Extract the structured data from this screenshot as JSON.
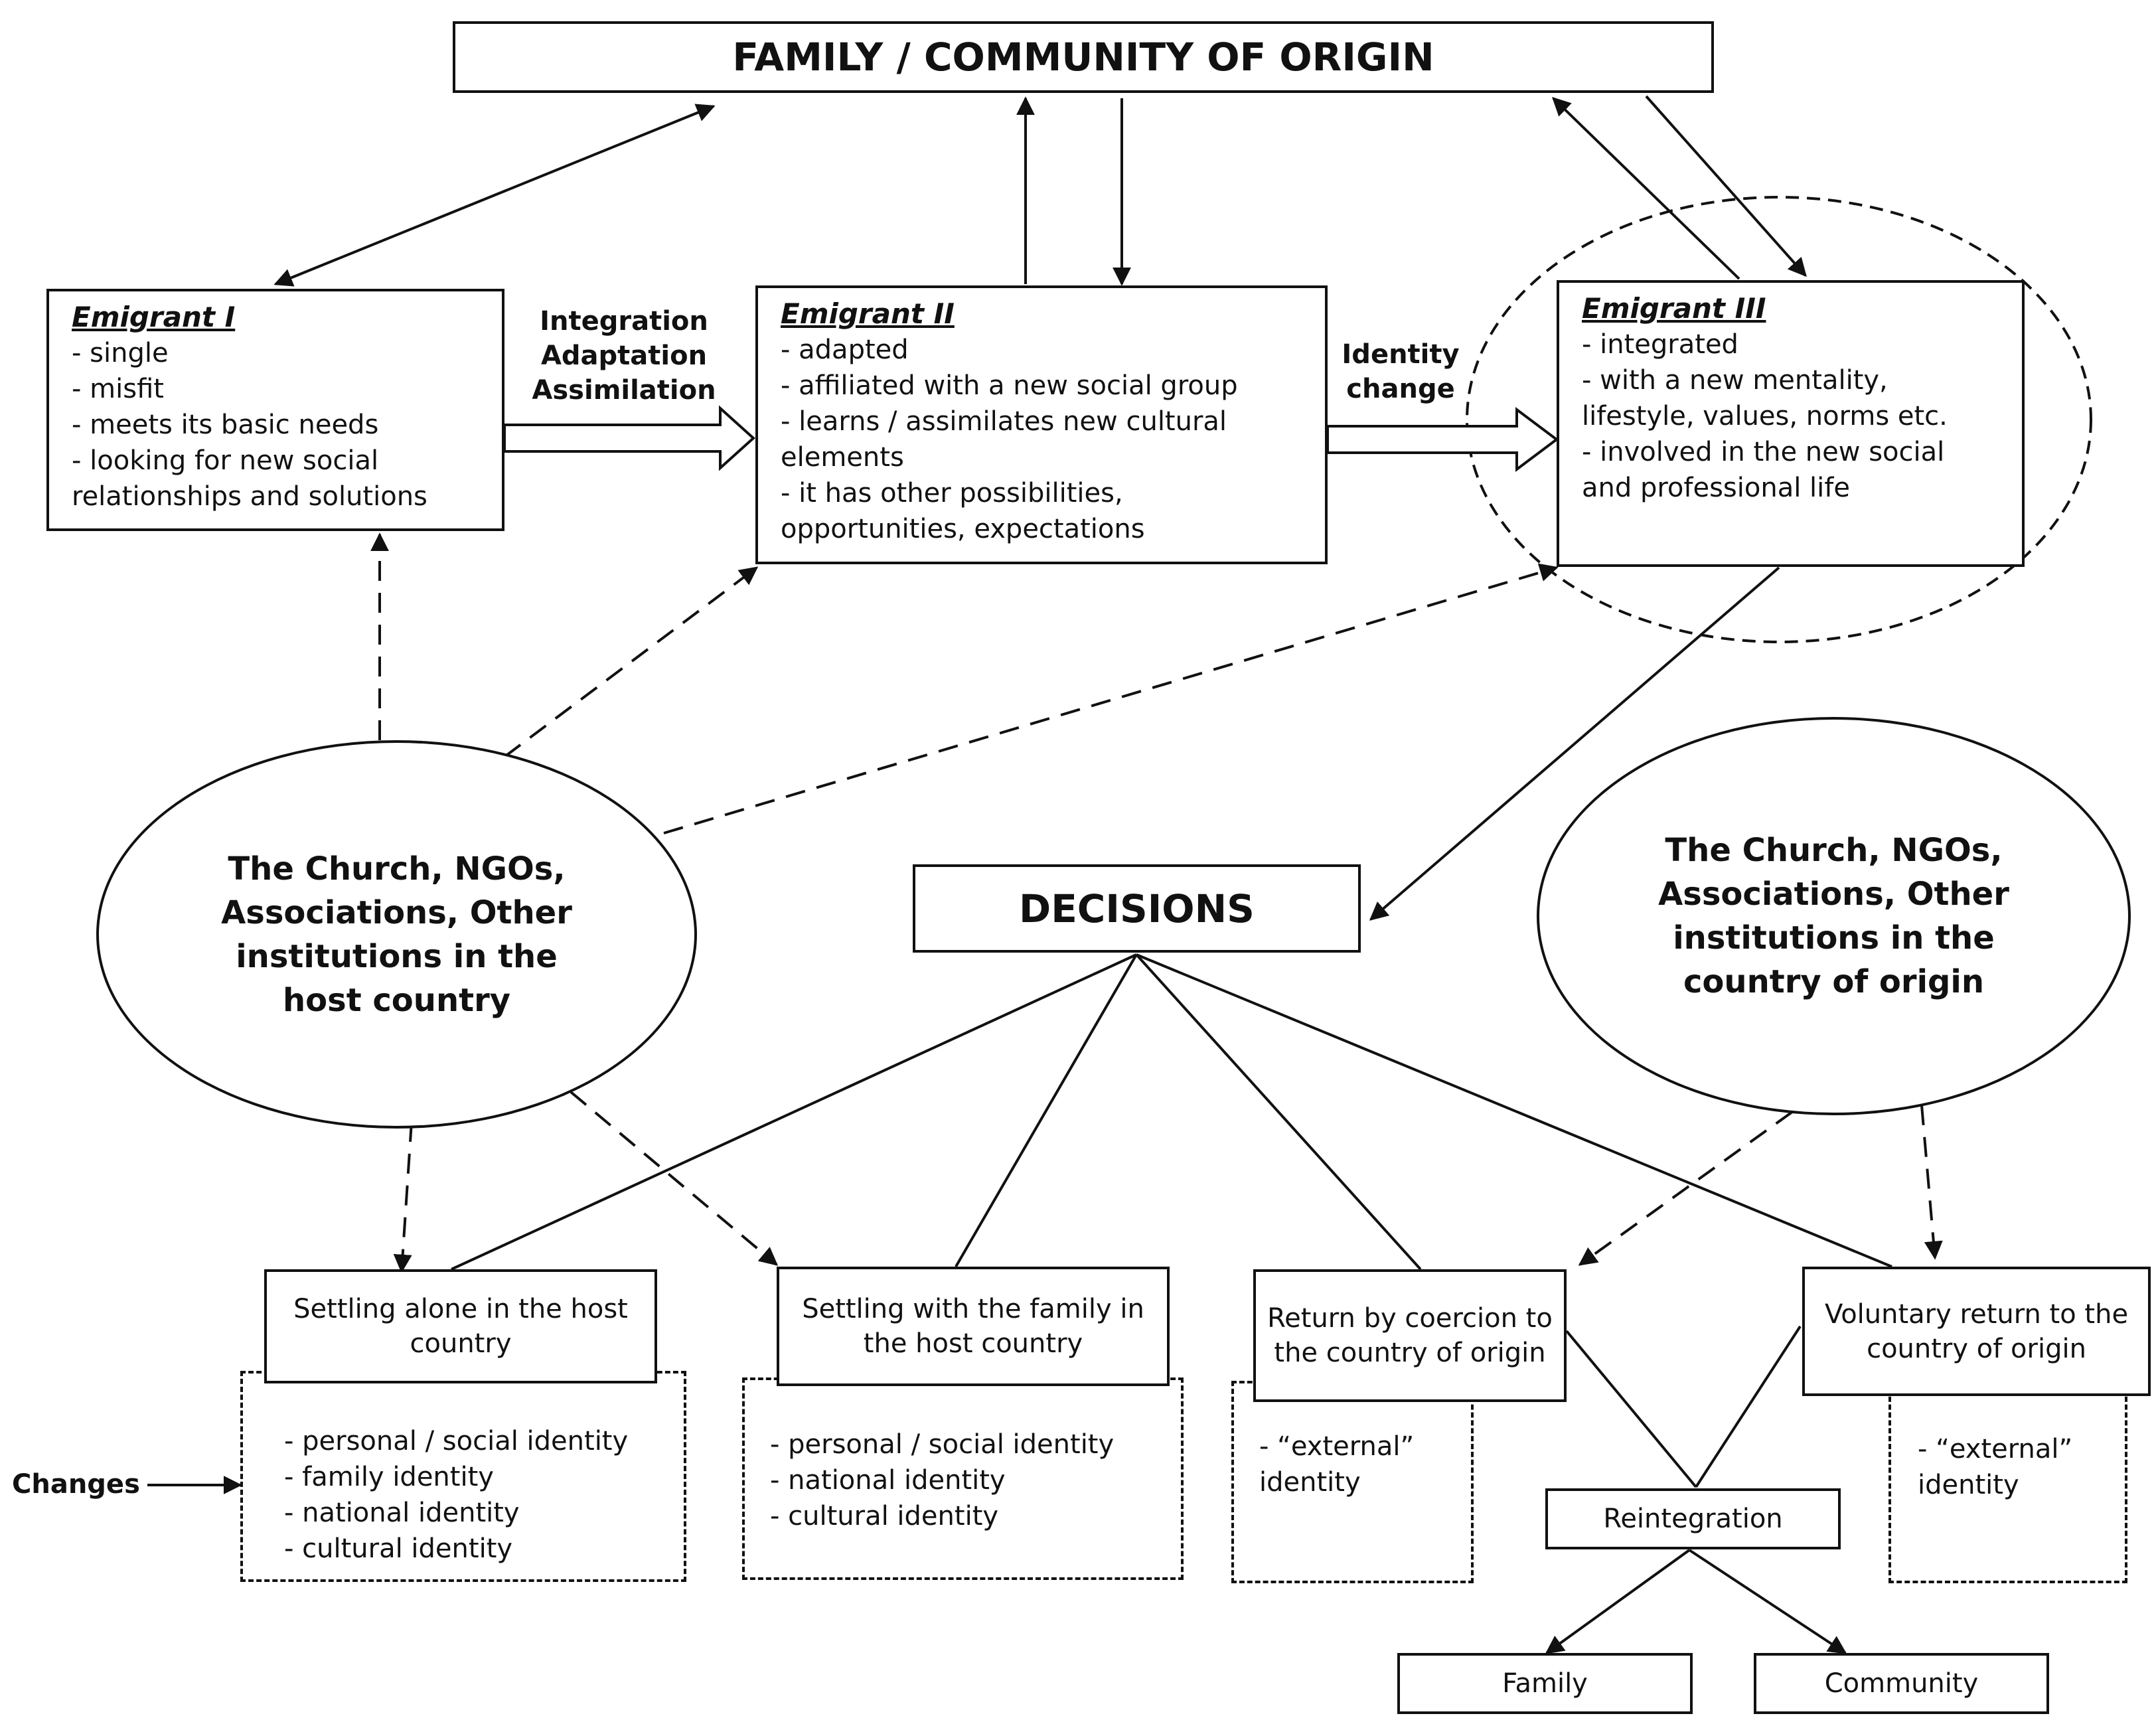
{
  "top": {
    "title": "FAMILY / COMMUNITY OF ORIGIN"
  },
  "emigrants": [
    {
      "title": "Emigrant I",
      "items": [
        "- single",
        "- misfit",
        "- meets its basic needs",
        "- looking for new social relationships and solutions"
      ]
    },
    {
      "title": "Emigrant II",
      "items": [
        "- adapted",
        "- affiliated with a new social group",
        "- learns / assimilates new cultural elements",
        "- it has other possibilities, opportunities, expectations"
      ]
    },
    {
      "title": "Emigrant III",
      "items": [
        "- integrated",
        "- with a new mentality, lifestyle, values, norms etc.",
        "- involved in the new social and professional life"
      ]
    }
  ],
  "transitions": {
    "first": [
      "Integration",
      "Adaptation",
      "Assimilation"
    ],
    "second": [
      "Identity",
      "change"
    ]
  },
  "institutions": {
    "host": "The Church, NGOs, Associations, Other institutions in the host country",
    "origin": "The Church, NGOs, Associations, Other institutions in the country of origin"
  },
  "decisions": {
    "title": "DECISIONS"
  },
  "outcomes": [
    "Settling alone in the host country",
    "Settling with the family in the host country",
    "Return by coercion to the country of origin",
    "Voluntary return to the country of origin"
  ],
  "identity_changes": [
    [
      "- personal / social identity",
      "- family identity",
      "- national identity",
      "- cultural identity"
    ],
    [
      "- personal / social identity",
      "- national identity",
      "- cultural identity"
    ],
    [
      "- “external” identity"
    ],
    [
      "- “external” identity"
    ]
  ],
  "changes_label": "Changes",
  "reintegration": {
    "label": "Reintegration",
    "family": "Family",
    "community": "Community"
  }
}
